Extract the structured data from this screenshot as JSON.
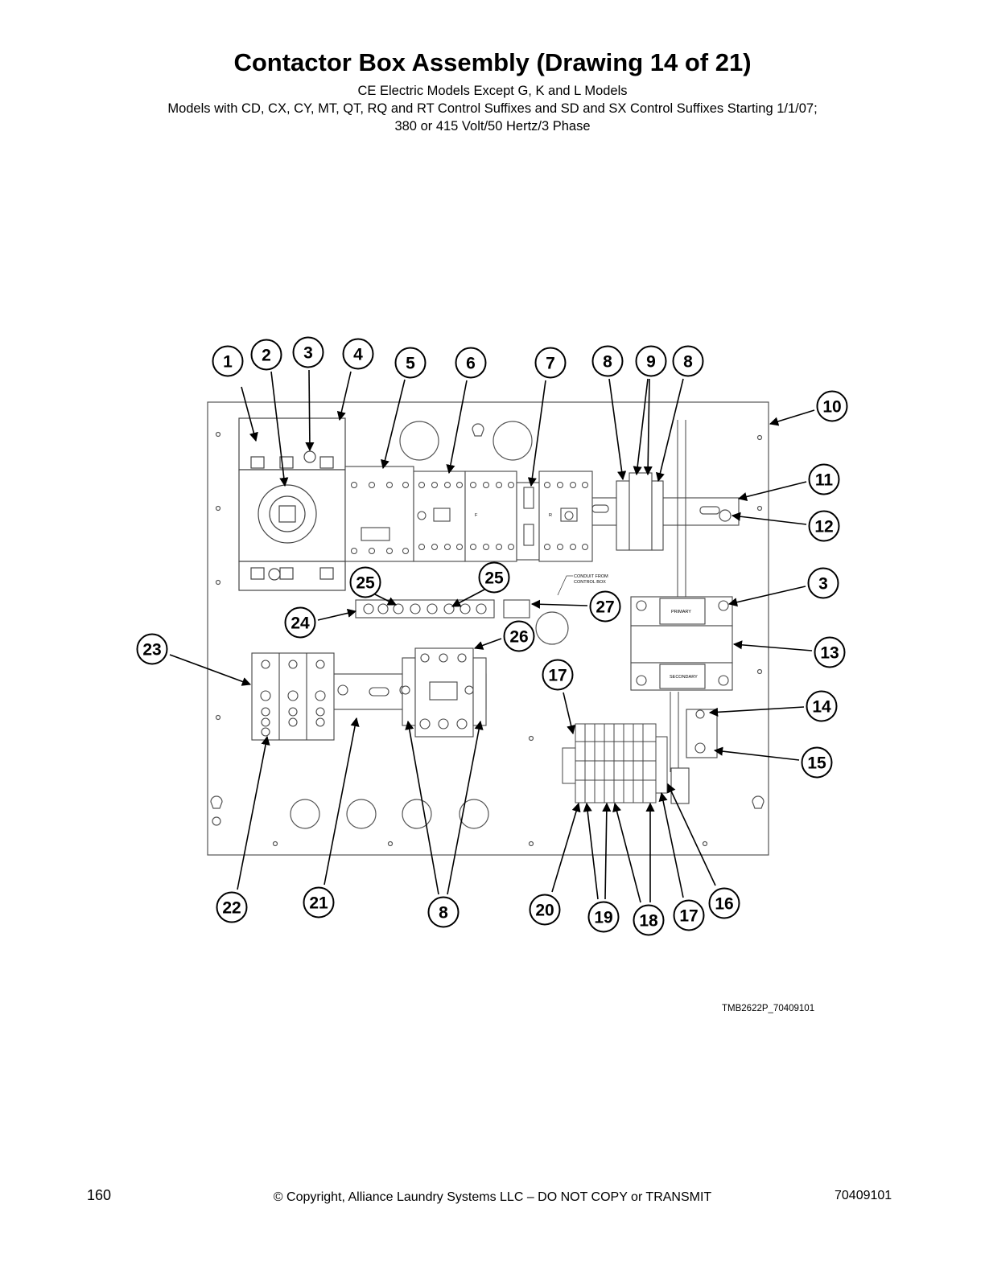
{
  "header": {
    "title": "Contactor Box Assembly (Drawing 14 of 21)",
    "subtitle_1": "CE Electric Models Except G, K and L Models",
    "subtitle_2": "Models with CD, CX, CY, MT, QT, RQ and RT Control Suffixes and SD and SX Control Suffixes Starting 1/1/07;",
    "subtitle_3": "380 or 415 Volt/50 Hertz/3 Phase"
  },
  "diagram": {
    "reference_code": "TMB2622P_70409101",
    "component_text": {
      "conduit_note_line1": "CONDUIT FROM",
      "conduit_note_line2": "CONTROL BOX",
      "transformer_primary": "PRIMARY",
      "transformer_secondary": "SECONDARY",
      "contactor_f_mark": "F",
      "contactor_r_mark": "R"
    },
    "callouts": [
      {
        "id": "c1",
        "label": "1"
      },
      {
        "id": "c2",
        "label": "2"
      },
      {
        "id": "c3a",
        "label": "3"
      },
      {
        "id": "c4",
        "label": "4"
      },
      {
        "id": "c5",
        "label": "5"
      },
      {
        "id": "c6",
        "label": "6"
      },
      {
        "id": "c7",
        "label": "7"
      },
      {
        "id": "c8a",
        "label": "8"
      },
      {
        "id": "c9",
        "label": "9"
      },
      {
        "id": "c8b",
        "label": "8"
      },
      {
        "id": "c10",
        "label": "10"
      },
      {
        "id": "c11",
        "label": "11"
      },
      {
        "id": "c12",
        "label": "12"
      },
      {
        "id": "c3b",
        "label": "3"
      },
      {
        "id": "c13",
        "label": "13"
      },
      {
        "id": "c14",
        "label": "14"
      },
      {
        "id": "c15",
        "label": "15"
      },
      {
        "id": "c25a",
        "label": "25"
      },
      {
        "id": "c25b",
        "label": "25"
      },
      {
        "id": "c24",
        "label": "24"
      },
      {
        "id": "c27",
        "label": "27"
      },
      {
        "id": "c26",
        "label": "26"
      },
      {
        "id": "c23",
        "label": "23"
      },
      {
        "id": "c17a",
        "label": "17"
      },
      {
        "id": "c22",
        "label": "22"
      },
      {
        "id": "c21",
        "label": "21"
      },
      {
        "id": "c8c",
        "label": "8"
      },
      {
        "id": "c20",
        "label": "20"
      },
      {
        "id": "c19",
        "label": "19"
      },
      {
        "id": "c18",
        "label": "18"
      },
      {
        "id": "c17b",
        "label": "17"
      },
      {
        "id": "c16",
        "label": "16"
      }
    ]
  },
  "footer": {
    "page_number": "160",
    "copyright": "© Copyright, Alliance Laundry Systems LLC – DO NOT COPY or TRANSMIT",
    "document_number": "70409101"
  }
}
